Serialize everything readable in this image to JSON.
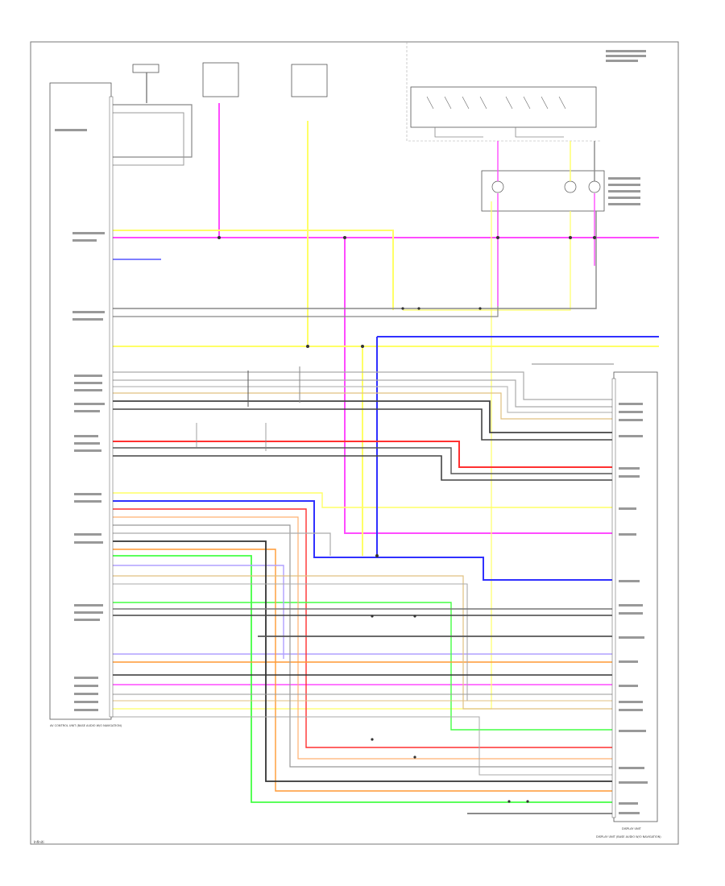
{
  "diagram": {
    "footer_left": "Infiniti",
    "module_left_label": "AV CONTROL UNIT (BASE AUDIO W/O NAVIGATION)",
    "module_right_top_label": "DISPLAY UNIT",
    "module_right_label": "DISPLAY UNIT (BASE AUDIO W/O NAVIGATION)",
    "colors": {
      "pink": "#ff4cff",
      "yellow": "#ffff66",
      "blue": "#3030ff",
      "red": "#ff3030",
      "green": "#44ff44",
      "orange": "#ff9933",
      "lavender": "#b0a0ff",
      "tan": "#e0c080",
      "gray": "#888888",
      "darkgray": "#444444",
      "black": "#222222"
    }
  }
}
